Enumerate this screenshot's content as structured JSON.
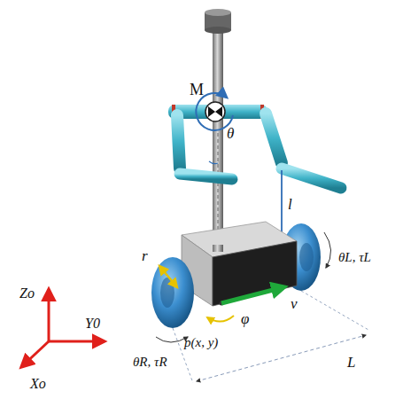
{
  "diagram": {
    "labels": [
      "M",
      "θ",
      "l",
      "θL, τL",
      "r",
      "φ",
      "v",
      "p(x, y)",
      "θR, τR",
      "L",
      "Zo",
      "Y0",
      "Xo"
    ]
  }
}
